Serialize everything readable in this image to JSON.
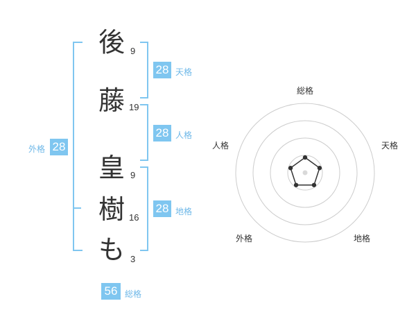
{
  "name_chars": [
    {
      "char": "後",
      "strokes": "9"
    },
    {
      "char": "藤",
      "strokes": "19"
    },
    {
      "char": "皇",
      "strokes": "9"
    },
    {
      "char": "樹",
      "strokes": "16"
    },
    {
      "char": "も",
      "strokes": "3"
    }
  ],
  "kakusu": {
    "tenkaku": {
      "value": "28",
      "label": "天格"
    },
    "jinkaku": {
      "value": "28",
      "label": "人格"
    },
    "chikaku": {
      "value": "28",
      "label": "地格"
    },
    "gaikaku": {
      "value": "28",
      "label": "外格"
    },
    "soukaku": {
      "value": "56",
      "label": "総格"
    }
  },
  "chart_data": {
    "type": "radar",
    "axes": [
      "総格",
      "天格",
      "地格",
      "外格",
      "人格"
    ],
    "values": [
      1,
      1,
      1,
      1,
      1
    ],
    "rings": 4,
    "colors": {
      "ring": "#cccccc",
      "line": "#333333",
      "fill": "#d9d9d9",
      "accent": "#7fc6f0"
    }
  }
}
